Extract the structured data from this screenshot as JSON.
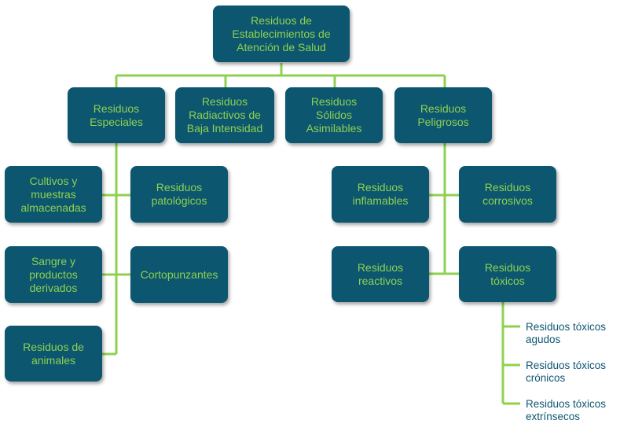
{
  "root": "Residuos de\nEstablecimientos de\nAtención de Salud",
  "categories": {
    "especiales": "Residuos\nEspeciales",
    "radiactivos": "Residuos\nRadiactivos de\nBaja Intensidad",
    "solidos": "Residuos\nSólidos\nAsimilables",
    "peligrosos": "Residuos\nPeligrosos"
  },
  "especiales_children": {
    "cultivos": "Cultivos y\nmuestras\nalmacenadas",
    "patologicos": "Residuos\npatológicos",
    "sangre": "Sangre y\nproductos\nderivados",
    "cortopunzantes": "Cortopunzantes",
    "animales": "Residuos de\nanimales"
  },
  "peligrosos_children": {
    "inflamables": "Residuos\ninflamables",
    "corrosivos": "Residuos\ncorrosivos",
    "reactivos": "Residuos\nreactivos",
    "toxicos": "Residuos\ntóxicos"
  },
  "toxicos_children": {
    "agudos": "Residuos tóxicos\nagudos",
    "cronicos": "Residuos tóxicos\ncrónicos",
    "extrinsecos": "Residuos tóxicos\nextrínsecos"
  },
  "colors": {
    "box_fill": "#0c5670",
    "box_text": "#8fd14f",
    "connector": "#8fd14f",
    "leaf_text": "#0c5670"
  }
}
